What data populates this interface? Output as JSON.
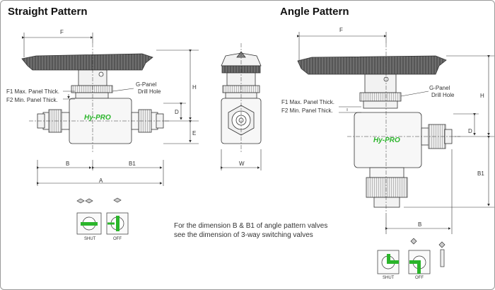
{
  "titles": {
    "straight": "Straight Pattern",
    "angle": "Angle Pattern"
  },
  "labels": {
    "f1": "F1 Max. Panel Thick.",
    "f2": "F2 Min. Panel Thick.",
    "g_panel": "G-Panel",
    "drill_hole": "Drill Hole"
  },
  "dims": {
    "F": "F",
    "H": "H",
    "D": "D",
    "E": "E",
    "B": "B",
    "B1": "B1",
    "A": "A",
    "W": "W"
  },
  "brand": "Hy-PRO",
  "note": [
    "For the dimension B & B1 of angle pattern valves",
    "see the dimension of 3-way switching valves"
  ],
  "switch": {
    "shut": "SHUT",
    "off": "OFF"
  },
  "colors": {
    "brand_green": "#2bb52b",
    "line": "#333333",
    "handle": "#555555"
  }
}
